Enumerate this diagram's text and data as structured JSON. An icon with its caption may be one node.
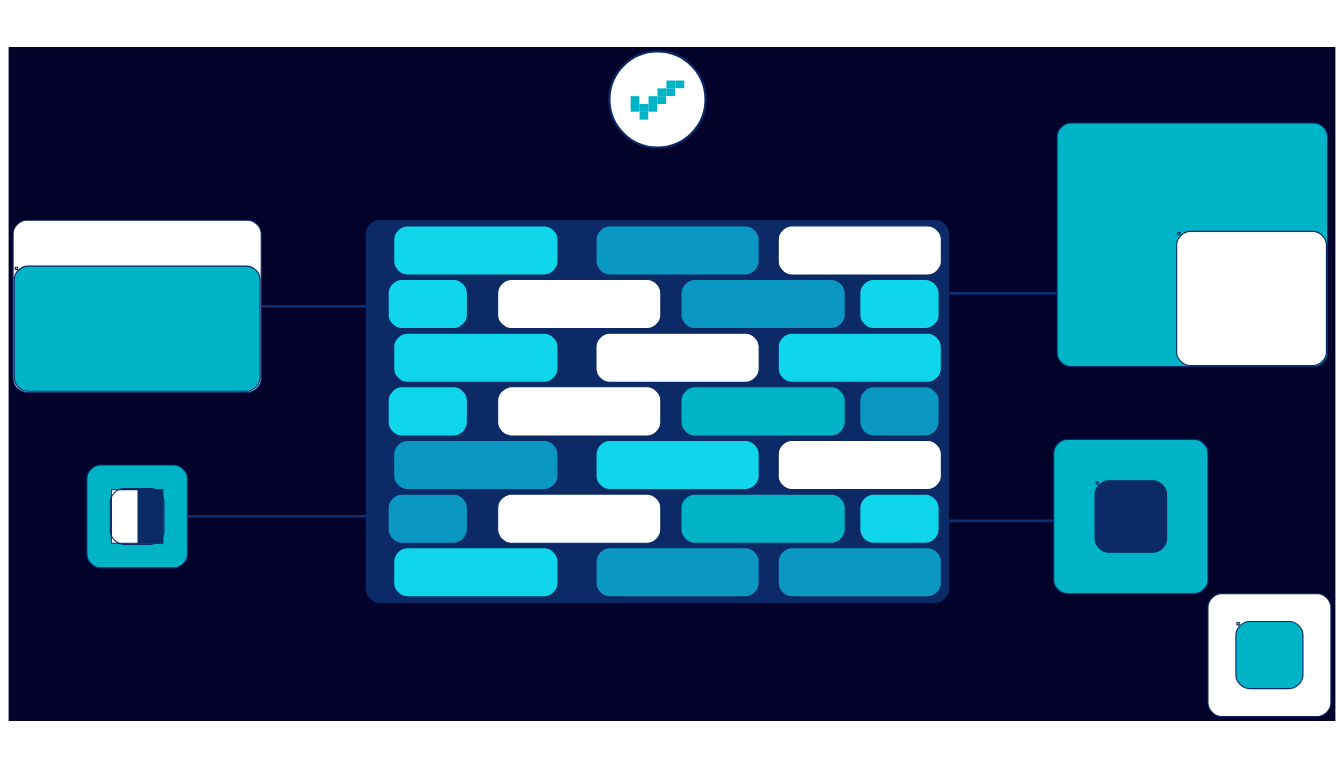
{
  "diagram": {
    "nodes": [
      {
        "text": [],
        "shape": "circle"
      },
      {
        "text": [],
        "shape": "box"
      },
      {
        "text": [],
        "shape": "box"
      },
      {
        "text": [],
        "shape": "box"
      },
      {
        "text": [],
        "shape": "box"
      },
      {
        "text": [],
        "shape": "box"
      }
    ],
    "edges": [
      {
        "from": 1,
        "to": 2,
        "arrow": "none"
      },
      {
        "from": 2,
        "to": 3,
        "arrow": "none"
      },
      {
        "from": 4,
        "to": 2,
        "arrow": "none"
      },
      {
        "from": 2,
        "to": 5,
        "arrow": "none"
      }
    ]
  }
}
